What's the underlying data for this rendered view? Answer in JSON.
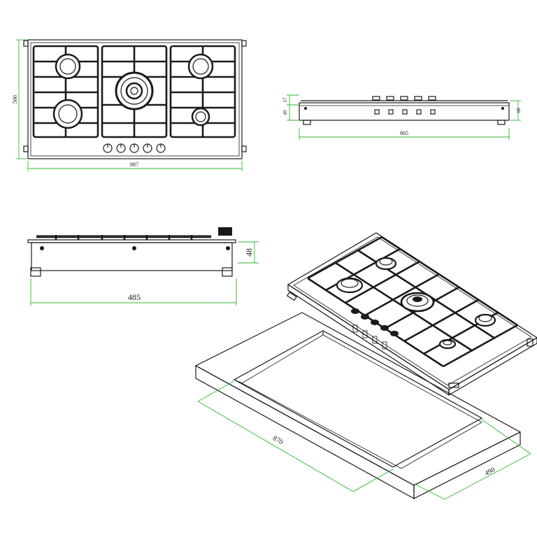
{
  "colors": {
    "line": "#1a1a1a",
    "dimension": "#2fb52f",
    "background": "#ffffff"
  },
  "top_view": {
    "width_label": "887",
    "depth_label": "506"
  },
  "side_view": {
    "width_label": "865",
    "height_label": "68",
    "base_label": "49",
    "grate_label": "17"
  },
  "front_view": {
    "width_label": "485",
    "height_label": "48"
  },
  "cutout": {
    "length_label": "870",
    "width_label": "490"
  }
}
